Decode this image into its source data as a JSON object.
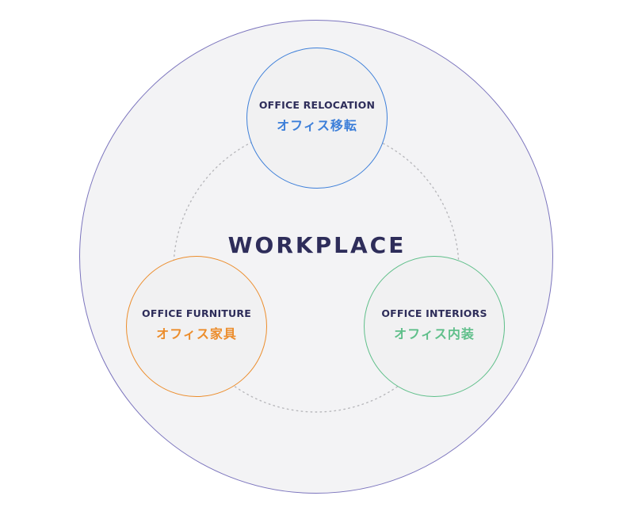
{
  "center": {
    "label": "WORKPLACE",
    "color": "#2e2d5a"
  },
  "outer_circle": {
    "border_color": "#7b74bd",
    "fill_color": "#f3f3f5"
  },
  "ring": {
    "style": "dotted",
    "color": "#b8b8bc"
  },
  "nodes": [
    {
      "id": "relocation",
      "title_en": "OFFICE RELOCATION",
      "title_ja": "オフィス移転",
      "border_color": "#3d7fd9",
      "ja_color": "#3d7fd9",
      "en_color": "#2e2d5a"
    },
    {
      "id": "furniture",
      "title_en": "OFFICE FURNITURE",
      "title_ja": "オフィス家具",
      "border_color": "#ec8d2c",
      "ja_color": "#ec8d2c",
      "en_color": "#2e2d5a"
    },
    {
      "id": "interiors",
      "title_en": "OFFICE INTERIORS",
      "title_ja": "オフィス内装",
      "border_color": "#5fbf8a",
      "ja_color": "#5fbf8a",
      "en_color": "#2e2d5a"
    }
  ]
}
